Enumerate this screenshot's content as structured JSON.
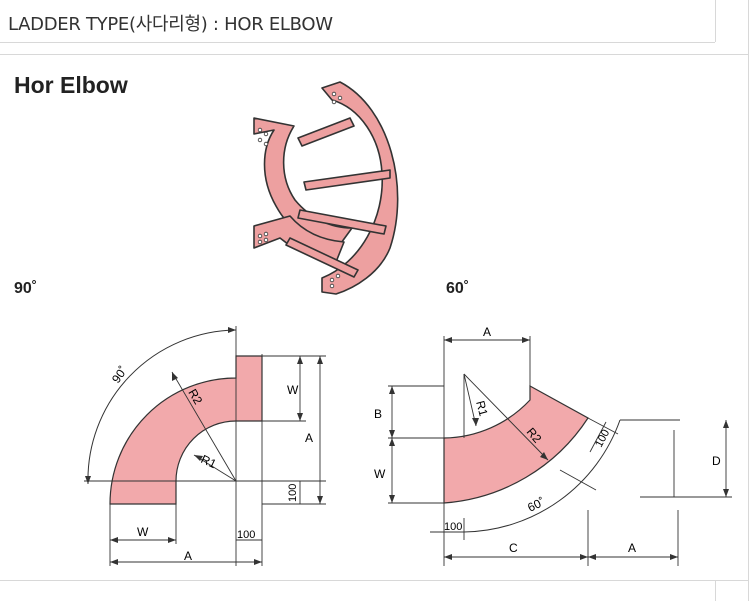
{
  "header": {
    "title": "LADDER TYPE(사다리형) : HOR ELBOW"
  },
  "section": {
    "title": "Hor Elbow"
  },
  "diagram90": {
    "angle_label": "90˚",
    "arc_label": "90˚",
    "r1": "R1",
    "r2": "R2",
    "w_right": "W",
    "a_right": "A",
    "dim_100_vertical": "100",
    "w_bottom": "W",
    "dim_100_bottom": "100",
    "a_bottom": "A"
  },
  "diagram60": {
    "angle_label": "60˚",
    "a_top": "A",
    "b_left": "B",
    "w_left": "W",
    "r1": "R1",
    "r2": "R2",
    "dim_100_diag": "100",
    "d_right": "D",
    "arc_label": "60˚",
    "dim_100_bottom": "100",
    "c_bottom": "C",
    "a_bottom": "A"
  },
  "colors": {
    "fill": "#f2a9ab",
    "stroke": "#333333",
    "iso_fill": "#eda0a0"
  }
}
